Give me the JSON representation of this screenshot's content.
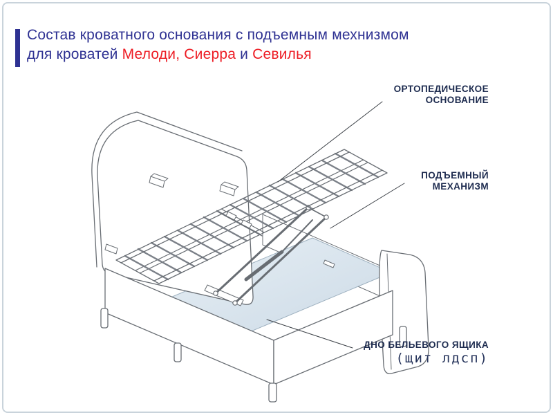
{
  "title": {
    "line1": "Состав кроватного основания с подъемным мехнизмом",
    "line2_prefix": "для кроватей ",
    "line2_models_a": "Мелоди, Сиерра",
    "line2_conj": " и ",
    "line2_models_b": "Севилья"
  },
  "callouts": {
    "orthopedic_base": {
      "line1": "ОРТОПЕДИЧЕСКОЕ",
      "line2": "ОСНОВАНИЕ"
    },
    "lift_mechanism": {
      "line1": "ПОДЪЕМНЫЙ",
      "line2": "МЕХАНИЗМ"
    },
    "drawer_bottom": {
      "line1": "ДНО БЕЛЬЕВОГО ЯЩИКА",
      "line2": "(щит лдсп)"
    }
  },
  "colors": {
    "title_blue": "#2e3192",
    "model_red": "#ed1c24",
    "callout_navy": "#1d2b4f",
    "drawing_line_gray": "#686d73",
    "drawer_panel_blue": "#dce7ef",
    "page_border": "#c9d3db"
  },
  "diagram_parts": [
    "headboard",
    "footboard",
    "side-rails",
    "orthopedic-slat-base",
    "lift-mechanism",
    "drawer-bottom-panel",
    "legs"
  ]
}
